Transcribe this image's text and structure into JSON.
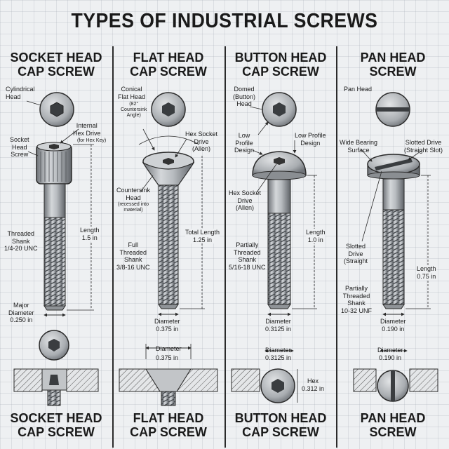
{
  "title": "TYPES OF INDUSTRIAL SCREWS",
  "columns": [
    {
      "title_l1": "SOCKET HEAD",
      "title_l2": "CAP SCREW",
      "foot_l1": "SOCKET HEAD",
      "foot_l2": "CAP SCREW",
      "labels": {
        "head_top": [
          "Cylindrical",
          "Head"
        ],
        "drive": [
          "Internal",
          "Hex Drive"
        ],
        "drive_note": "(for Hex Key)",
        "screw": [
          "Socket",
          "Head",
          "Screw"
        ],
        "length": [
          "Length",
          "1.5 in"
        ],
        "shank": [
          "Threaded",
          "Shank",
          "1/4-20 UNC"
        ],
        "diameter": [
          "Major",
          "Diameter",
          "0.250 in"
        ]
      }
    },
    {
      "title_l1": "FLAT HEAD",
      "title_l2": "CAP SCREW",
      "foot_l1": "FLAT HEAD",
      "foot_l2": "CAP SCREW",
      "labels": {
        "head_top": [
          "Conical",
          "Flat Head"
        ],
        "head_top_note": [
          "(82°",
          "Countersink",
          "Angle)"
        ],
        "drive": [
          "Hex Socket",
          "Drive",
          "(Allen)"
        ],
        "countersink": [
          "Countersink",
          "Head"
        ],
        "countersink_note": [
          "(recessed into",
          "material)"
        ],
        "length": [
          "Total Length",
          "1.25 in"
        ],
        "shank": [
          "Full",
          "Threaded",
          "Shank",
          "3/8-16 UNC"
        ],
        "diameter": [
          "Diameter",
          "0.375 in"
        ],
        "bottom_dim": "Diameter",
        "bottom_val": "0.375 in"
      }
    },
    {
      "title_l1": "BUTTON HEAD",
      "title_l2": "CAP SCREW",
      "foot_l1": "BUTTON HEAD",
      "foot_l2": "CAP SCREW",
      "labels": {
        "head_top": [
          "Domed",
          "(Button)",
          "Head"
        ],
        "low_left": [
          "Low",
          "Profile",
          "Design"
        ],
        "low_right": [
          "Low Profile",
          "Design"
        ],
        "drive": [
          "Hex Socket",
          "Drive",
          "(Allen)"
        ],
        "length": [
          "Length",
          "1.0 in"
        ],
        "shank": [
          "Partially",
          "Threaded",
          "Shank",
          "5/16-18 UNC"
        ],
        "diameter": [
          "Diameter",
          "0.3125 in"
        ],
        "bottom_dim": "Diameter",
        "bottom_val": "0.3125 in",
        "hex": [
          "Hex",
          "0.312 in"
        ]
      }
    },
    {
      "title_l1": "PAN HEAD",
      "title_l2": "SCREW",
      "foot_l1": "PAN HEAD",
      "foot_l2": "SCREW",
      "labels": {
        "head_top": [
          "Pan Head"
        ],
        "bearing": [
          "Wide Bearing",
          "Surface"
        ],
        "drive": [
          "Slotted Drive",
          "(Straight Slot)"
        ],
        "slot": [
          "Slotted",
          "Drive",
          "(Straight"
        ],
        "length": [
          "Length",
          "0.75 in"
        ],
        "shank": [
          "Partially",
          "Threaded",
          "Shank",
          "10-32 UNF"
        ],
        "diameter": [
          "Diameter",
          "0.190 in"
        ],
        "bottom_dim": "Diameter",
        "bottom_val": "0.190 in"
      }
    }
  ],
  "colors": {
    "line": "#2b2b2b",
    "metal": "#a9adb1",
    "metal_dark": "#6f7378",
    "hatch": "#555555"
  }
}
